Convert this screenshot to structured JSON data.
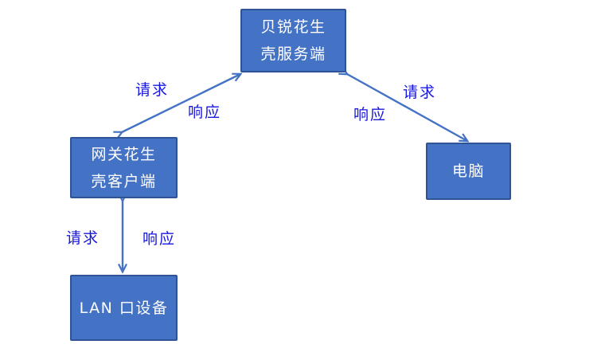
{
  "diagram": {
    "nodes": {
      "server": {
        "line1": "贝锐花生",
        "line2": "壳服务端"
      },
      "client": {
        "line1": "网关花生",
        "line2": "壳客户端"
      },
      "pc": {
        "line1": "电脑"
      },
      "lan": {
        "line1": "LAN 口设备"
      }
    },
    "edge_labels": {
      "client_server_request": "请求",
      "client_server_response": "响应",
      "pc_server_request": "请求",
      "pc_server_response": "响应",
      "lan_client_request": "请求",
      "lan_client_response": "响应"
    }
  },
  "colors": {
    "node_fill": "#4472C4",
    "node_border": "#2F5496",
    "arrow": "#4472C4",
    "label_text": "#1717DD",
    "node_text": "#FFFFFF",
    "background": "#FFFFFF"
  }
}
